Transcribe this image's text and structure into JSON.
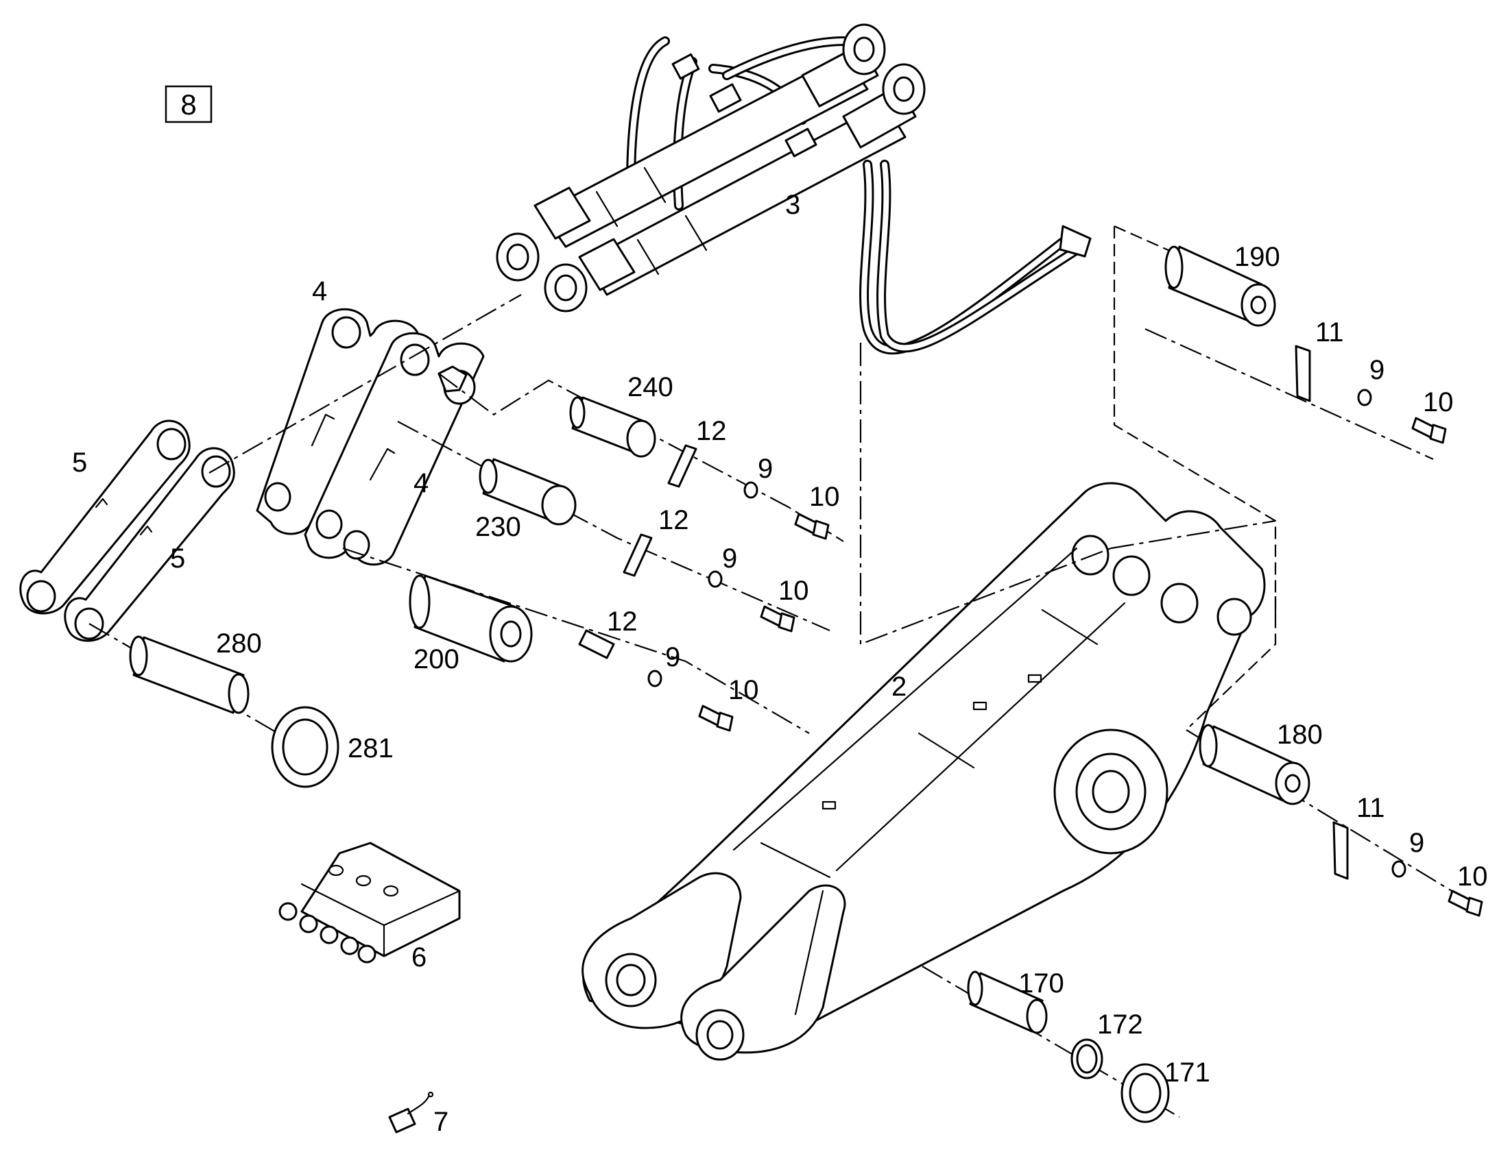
{
  "sheet_number": "8",
  "callouts": {
    "c3": "3",
    "c4a": "4",
    "c4b": "4",
    "c5a": "5",
    "c5b": "5",
    "c2": "2",
    "c6": "6",
    "c7": "7",
    "c190": "190",
    "c11a": "11",
    "c9a": "9",
    "c10a": "10",
    "c240": "240",
    "c12a": "12",
    "c9b": "9",
    "c10b": "10",
    "c230": "230",
    "c12b": "12",
    "c9c": "9",
    "c10c": "10",
    "c200": "200",
    "c12c": "12",
    "c9d": "9",
    "c10d": "10",
    "c280": "280",
    "c281": "281",
    "c180": "180",
    "c11b": "11",
    "c9e": "9",
    "c10e": "10",
    "c170": "170",
    "c172": "172",
    "c171": "171"
  },
  "colors": {
    "line": "#000000",
    "background": "#ffffff"
  }
}
